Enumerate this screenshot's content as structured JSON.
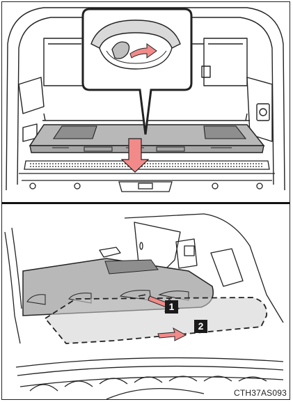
{
  "steps": {
    "step1": "1",
    "step2": "2"
  },
  "caption": "CTH37AS093",
  "colors": {
    "deck_board": "#b8b8b8",
    "inset_panel": "#8e8e8e",
    "arrow": "#f28a8a",
    "line": "#222222"
  },
  "icons": [
    "latch-handle-icon",
    "pull-arrow-icon",
    "down-arrow-icon",
    "slide-arrow-icon"
  ]
}
